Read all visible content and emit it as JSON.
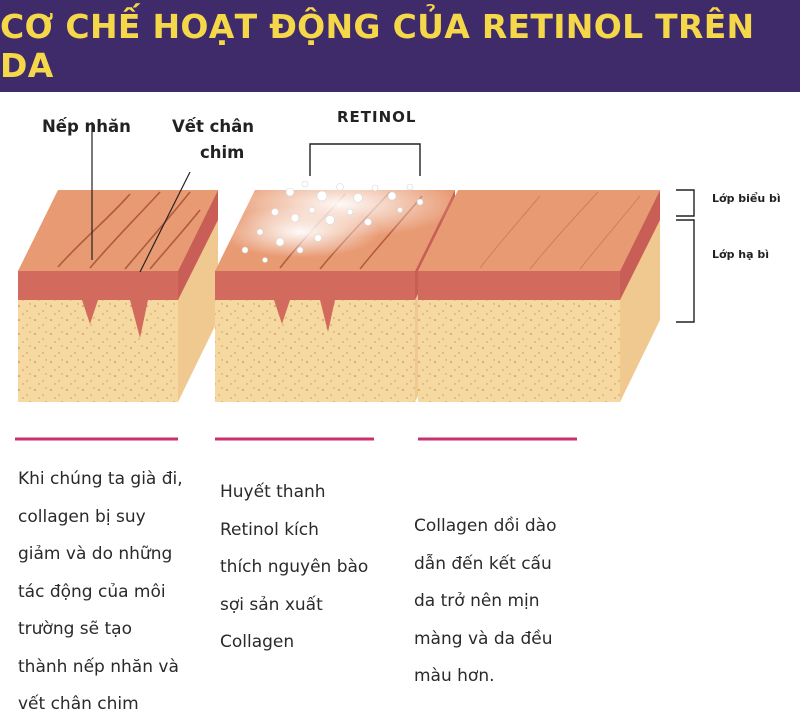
{
  "title": "CƠ CHẾ HOẠT ĐỘNG CỦA RETINOL TRÊN DA",
  "labels": {
    "wrinkle": "Nếp nhăn",
    "crows_feet_line1": "Vết chân",
    "crows_feet_line2": "chim",
    "retinol": "RETINOL",
    "epidermis": "Lớp biểu bì",
    "dermis": "Lớp hạ bì"
  },
  "descriptions": [
    "Khi chúng ta già đi,\ncollagen bị suy\ngiảm và do những\ntác động của môi\ntrường sẽ tạo\nthành nếp nhăn và\nvết chân chim",
    "Huyết thanh\nRetinol kích\nthích nguyên bào\nsợi sản xuất\nCollagen",
    "Collagen dồi dào\ndẫn đến kết cấu\nda trở nên mịn\nmàng và da đều\nmàu hơn."
  ],
  "colors": {
    "banner": "#3f2a6a",
    "title": "#f5d84a",
    "divider": "#c8316b",
    "skin_top": "#e89a72",
    "skin_band": "#d26a5e",
    "dermis": "#f6d9a0"
  }
}
